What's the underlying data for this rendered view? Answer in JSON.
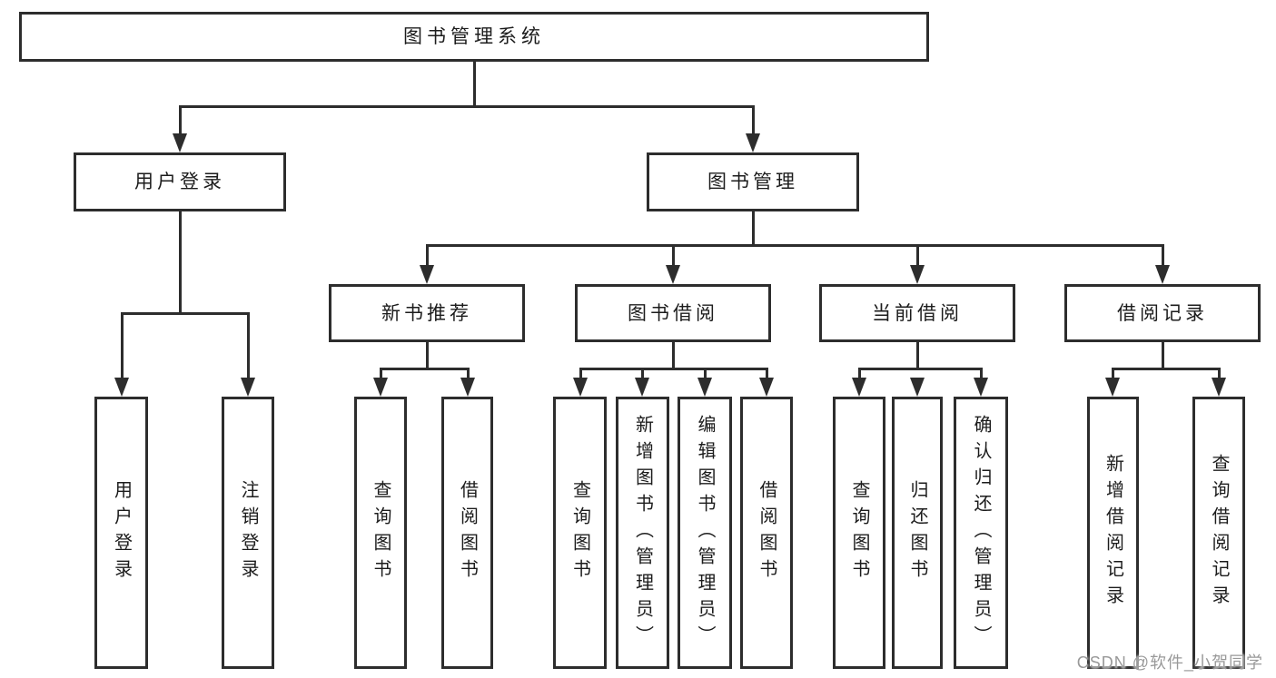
{
  "diagram": {
    "title": "图书管理系统",
    "labels": {
      "system": "图书管理系统",
      "user_login": "用户登录",
      "book_mgmt": "图书管理",
      "login": "用户登录",
      "logout": "注销登录",
      "new_books": "新书推荐",
      "borrowing": "图书借阅",
      "current": "当前借阅",
      "records": "借阅记录",
      "nb_query": "查询图书",
      "nb_borrow": "借阅图书",
      "bw_query": "查询图书",
      "bw_add": "新增图书（管理员）",
      "bw_edit": "编辑图书（管理员）",
      "bw_borrow": "借阅图书",
      "cu_query": "查询图书",
      "cu_return": "归还图书",
      "cu_confirm": "确认归还（管理员）",
      "rc_add": "新增借阅记录",
      "rc_query": "查询借阅记录"
    },
    "hierarchy": {
      "system": [
        "user_login",
        "book_mgmt"
      ],
      "user_login": [
        "login",
        "logout"
      ],
      "book_mgmt": [
        "new_books",
        "borrowing",
        "current",
        "records"
      ],
      "new_books": [
        "nb_query",
        "nb_borrow"
      ],
      "borrowing": [
        "bw_query",
        "bw_add",
        "bw_edit",
        "bw_borrow"
      ],
      "current": [
        "cu_query",
        "cu_return",
        "cu_confirm"
      ],
      "records": [
        "rc_add",
        "rc_query"
      ]
    },
    "colors": {
      "line": "#2d2d2d",
      "box_border": "#2d2d2d",
      "box_fill": "#ffffff",
      "text": "#1c1c1c",
      "background": "#ffffff"
    }
  },
  "watermark": {
    "text": "CSDN @软件_小贺同学",
    "color": "#999999"
  }
}
